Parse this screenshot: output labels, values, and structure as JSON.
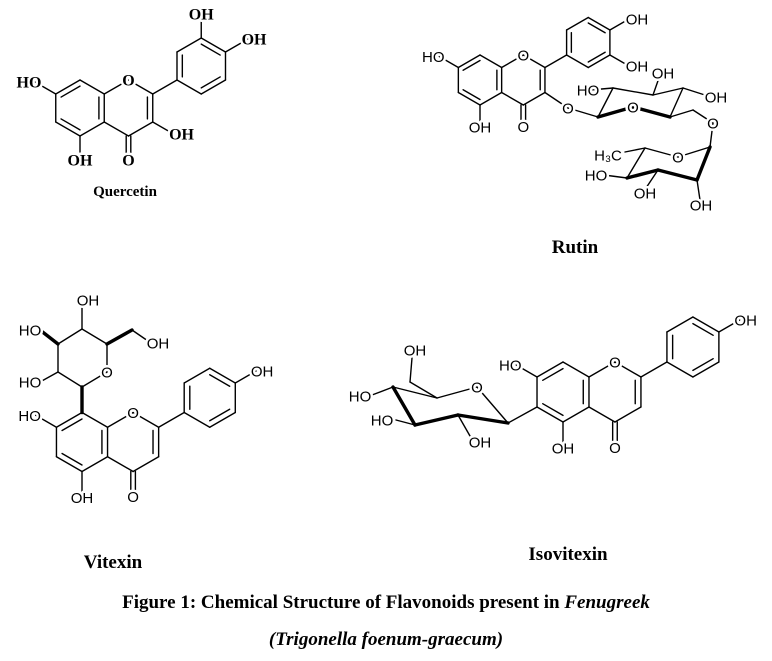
{
  "molecules": {
    "quercetin": {
      "name": "Quercetin",
      "atoms": [
        "OH",
        "OH",
        "HO",
        "O",
        "OH",
        "OH",
        "O"
      ]
    },
    "rutin": {
      "name": "Rutin",
      "atoms": [
        "OH",
        "OH",
        "HO",
        "O",
        "OH",
        "O",
        "O",
        "HO",
        "OH",
        "OH",
        "O",
        "O",
        "O",
        "H₃C",
        "HO",
        "OH",
        "OH"
      ]
    },
    "vitexin": {
      "name": "Vitexin",
      "atoms": [
        "OH",
        "HO",
        "OH",
        "O",
        "HO",
        "OH",
        "HO",
        "O",
        "OH",
        "O"
      ]
    },
    "isovitexin": {
      "name": "Isovitexin",
      "atoms": [
        "OH",
        "HO",
        "HO",
        "O",
        "OH",
        "HO",
        "O",
        "OH",
        "OH",
        "O"
      ]
    }
  },
  "caption": {
    "line1_prefix": "Figure 1: Chemical Structure of Flavonoids present in ",
    "line1_italic": "Fenugreek",
    "line2": "(Trigonella foenum-graecum)"
  }
}
